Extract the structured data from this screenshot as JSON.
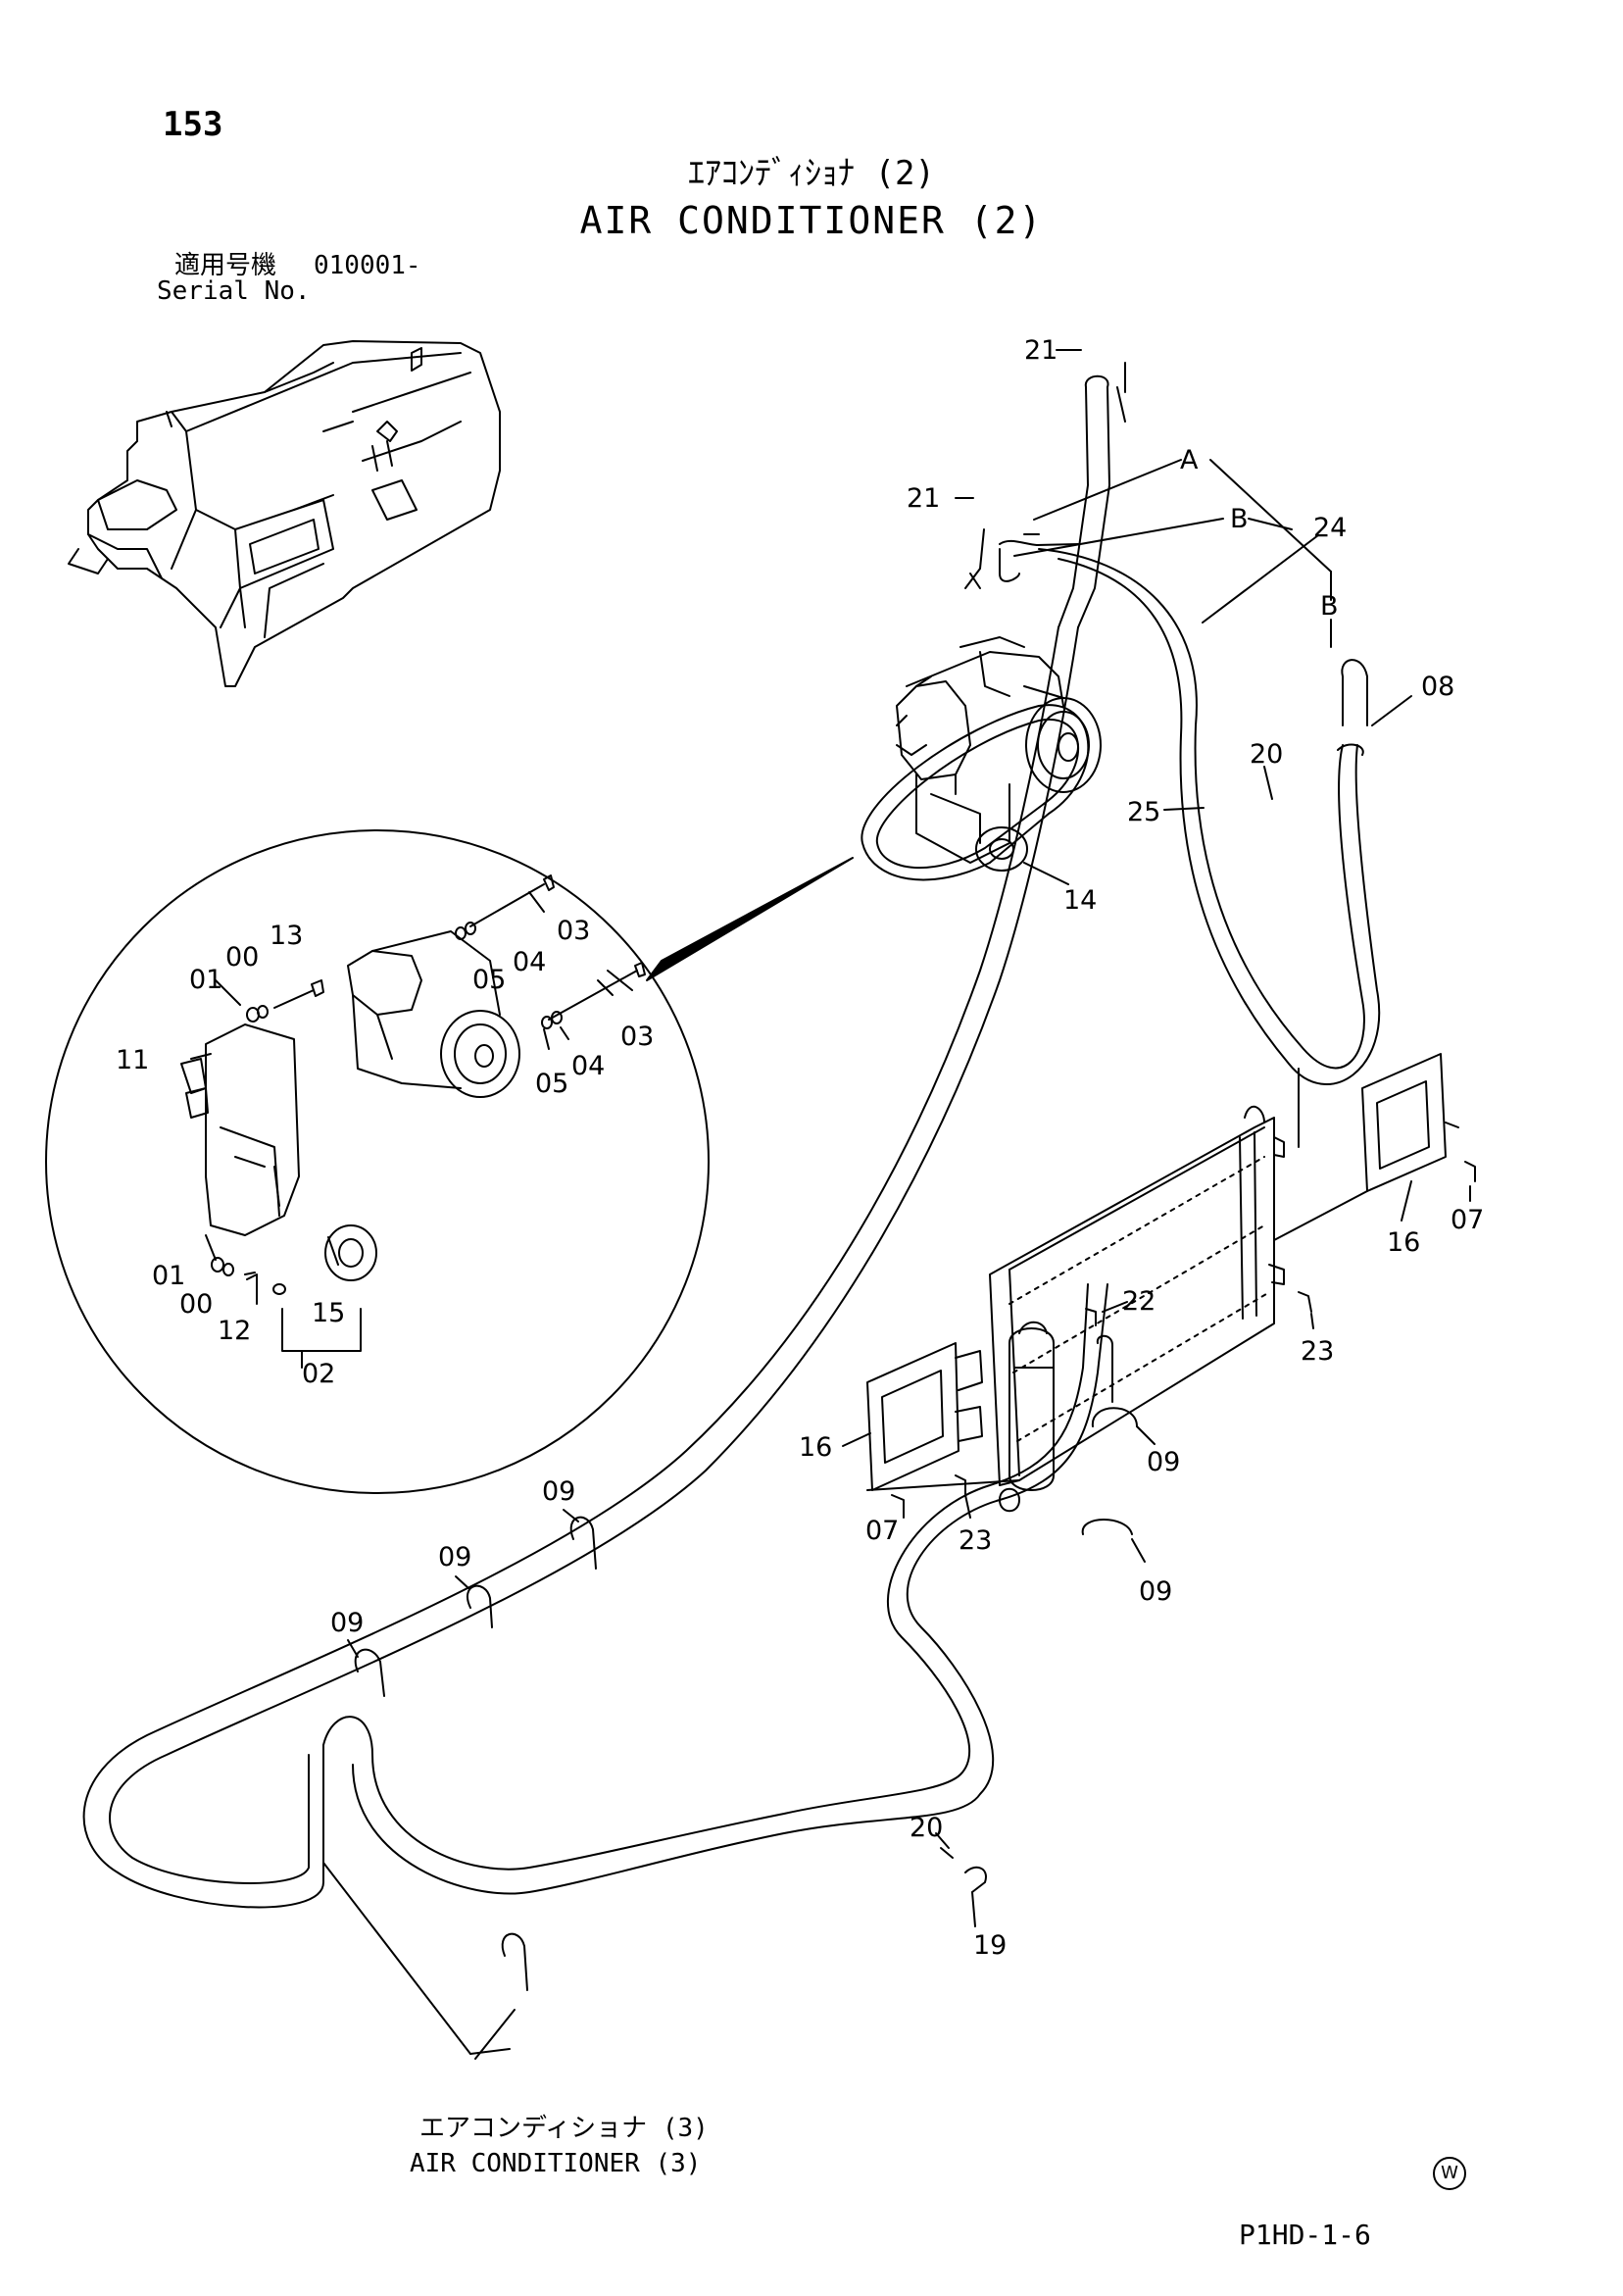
{
  "header": {
    "page_number": "153",
    "title_ja": "ｴｱｺﾝﾃﾞｨｼｮﾅ (2)",
    "title_en": "AIR CONDITIONER (2)",
    "serial_label_ja": "適用号機",
    "serial_value": "010001-",
    "serial_label_en": "Serial No."
  },
  "callouts": {
    "c21a": "21",
    "c21b": "21",
    "cA": "A",
    "cB1": "B",
    "cB2": "B",
    "c24": "24",
    "c08": "08",
    "c20a": "20",
    "c25": "25",
    "c14": "14",
    "d13": "13",
    "d00a": "00",
    "d01a": "01",
    "d03a": "03",
    "d05a": "05",
    "d04a": "04",
    "d11": "11",
    "d03b": "03",
    "d05b": "05",
    "d04b": "04",
    "d01b": "01",
    "d00b": "00",
    "d12": "12",
    "d15": "15",
    "d02": "02",
    "c16a": "16",
    "c07a": "07",
    "c22": "22",
    "c23a": "23",
    "c09a": "09",
    "c16b": "16",
    "c07b": "07",
    "c23b": "23",
    "c09b": "09",
    "c09c": "09",
    "c09d": "09",
    "c09e": "09",
    "c20b": "20",
    "c19": "19"
  },
  "reference": {
    "label_ja": "エアコンディショナ (3)",
    "label_en": "AIR CONDITIONER (3)"
  },
  "footer": {
    "mark": "W",
    "drawing_code": "P1HD-1-6"
  }
}
